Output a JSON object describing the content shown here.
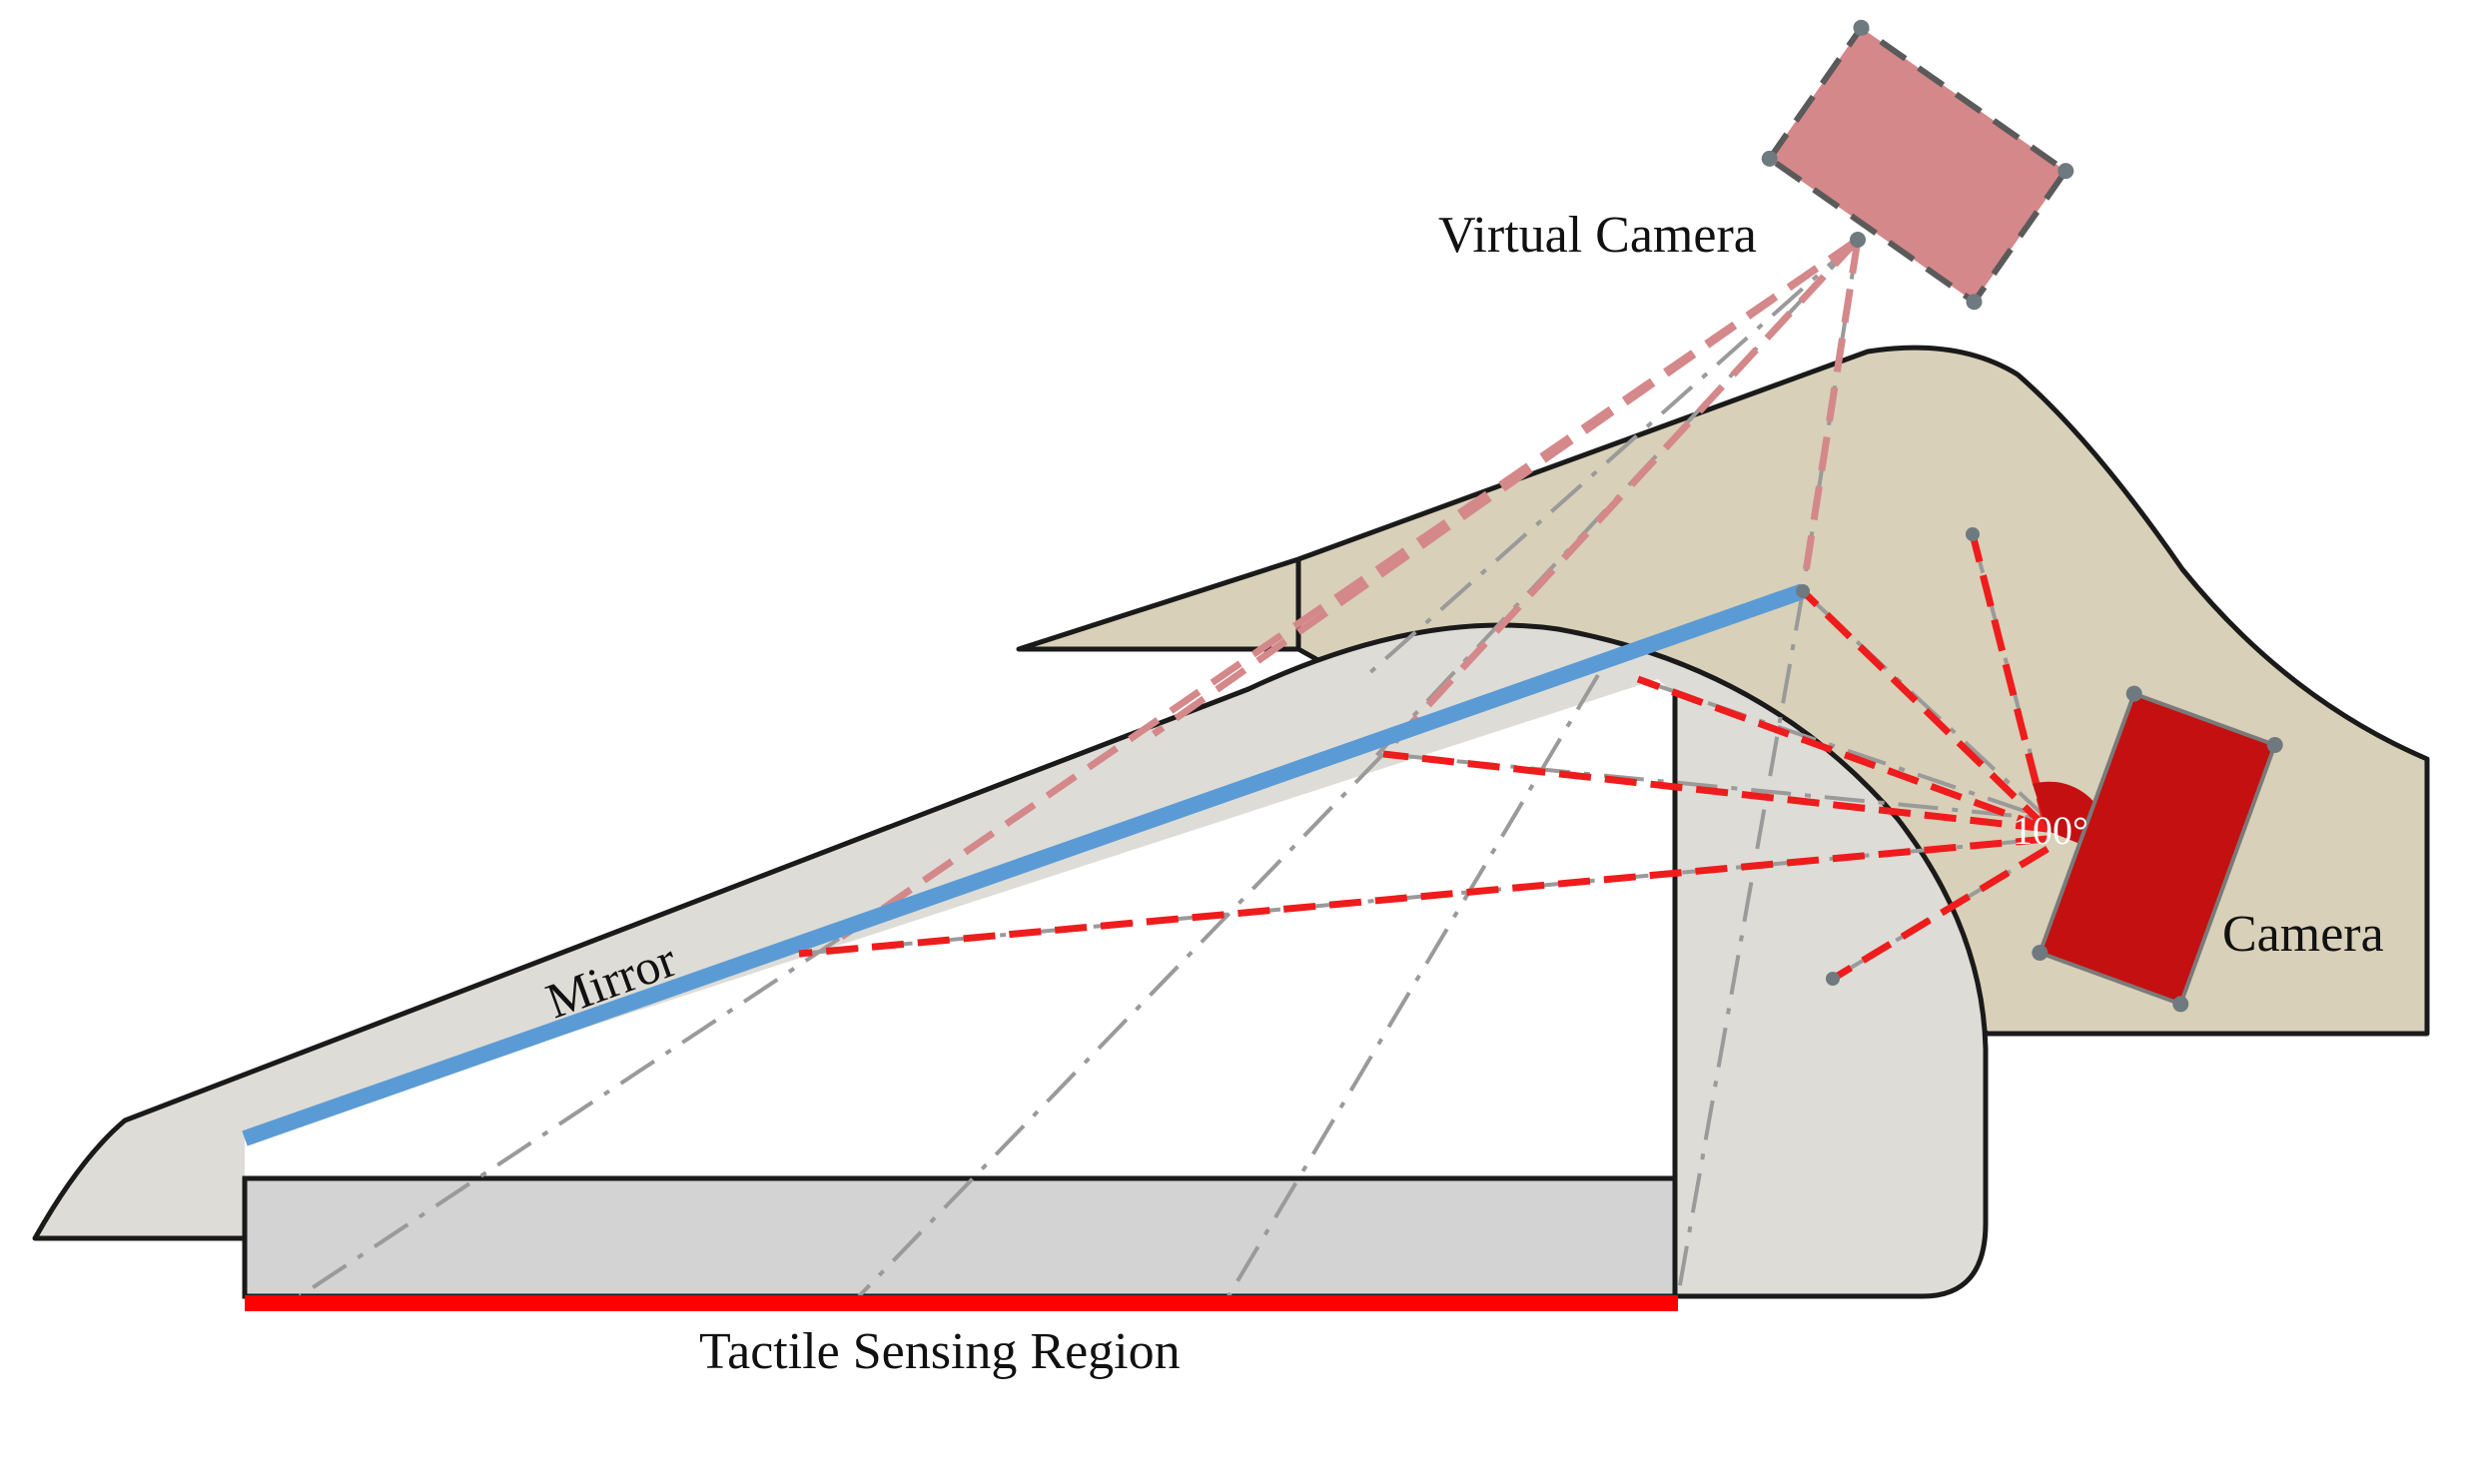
{
  "labels": {
    "virtual_camera": "Virtual Camera",
    "camera": "Camera",
    "mirror": "Mirror",
    "tactile_region": "Tactile Sensing Region",
    "fov_angle": "100°"
  },
  "colors": {
    "body_fill": "#d8d0b8",
    "gel_fill": "#dedcd6",
    "pad_fill": "#d3d3d3",
    "mirror": "#5b9bd5",
    "sensing_region": "#ff0000",
    "camera_fill": "#c41010",
    "virtual_camera_fill": "#d4888a",
    "real_ray": "#ee1c1c",
    "virtual_ray": "#d4888a",
    "axis_line": "#9a9a9a",
    "outline": "#1a1a1a"
  }
}
